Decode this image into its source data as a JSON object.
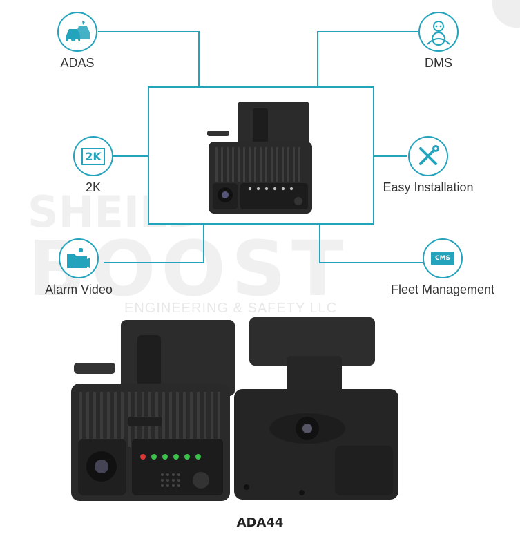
{
  "features": {
    "adas": "ADAS",
    "dms": "DMS",
    "k2": "2K",
    "k2_icon_text": "2K",
    "easy": "Easy Installation",
    "alarm": "Alarm Video",
    "fleet": "Fleet Management",
    "cms_icon_text": "CMS"
  },
  "watermark": {
    "word1": "SHEILD",
    "word2": "BOOST",
    "tagline": "ENGINEERING & SAFETY LLC"
  },
  "product": {
    "name": "ADA44"
  },
  "colors": {
    "accent": "#24a3bd",
    "device": "#2a2a2a",
    "led_green": "#39c24a",
    "led_red": "#e03434"
  }
}
